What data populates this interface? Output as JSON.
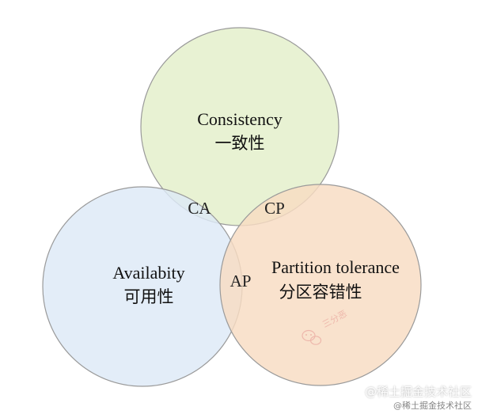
{
  "circles": {
    "consistency": {
      "title": "Consistency",
      "subtitle": "一致性",
      "fill": "#e3efc9",
      "stroke": "#9a9a9a"
    },
    "availability": {
      "title": "Availabity",
      "subtitle": "可用性",
      "fill": "#dde9f7",
      "stroke": "#9a9a9a"
    },
    "partition_tolerance": {
      "title": "Partition tolerance",
      "subtitle": "分区容错性",
      "fill": "#f8dcc2",
      "stroke": "#9a9a9a"
    }
  },
  "overlaps": {
    "ca": "CA",
    "cp": "CP",
    "ap": "AP"
  },
  "stamp": {
    "text": "三分恶",
    "icon": "wechat-icon",
    "color": "#eaa9a0"
  },
  "watermarks": {
    "main": "@稀土掘金技术社区",
    "sub": "@稀土掘金技术社区"
  }
}
